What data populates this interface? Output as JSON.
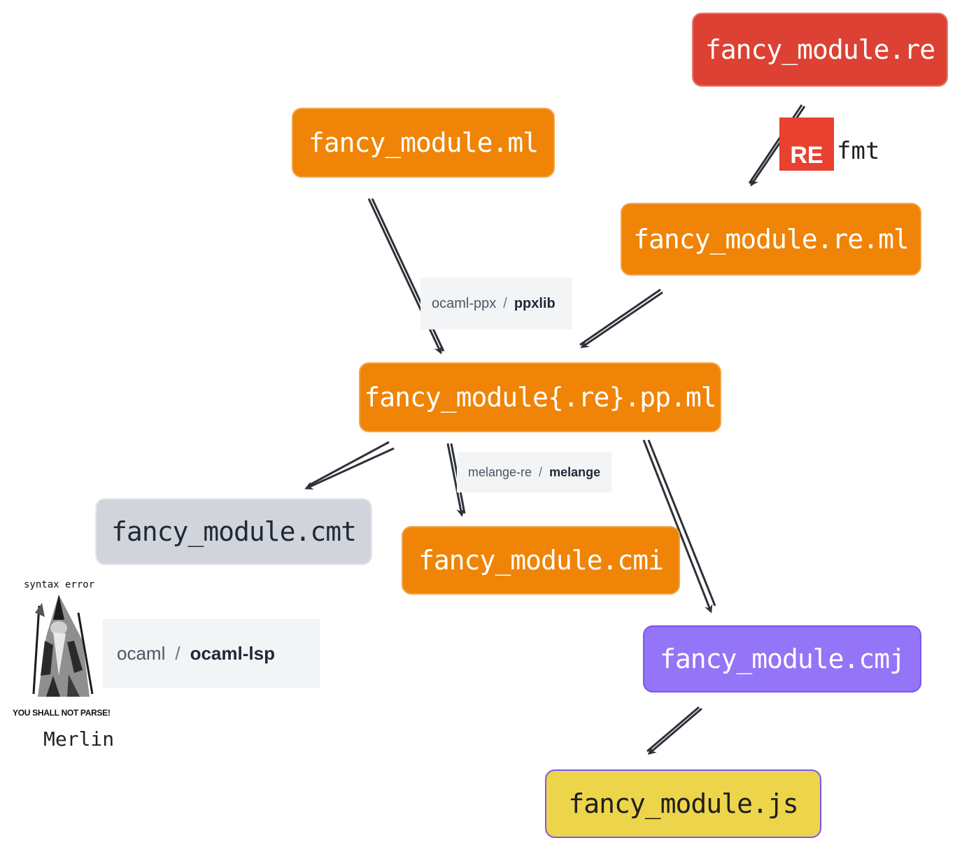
{
  "nodes": {
    "re": "fancy_module.re",
    "ml": "fancy_module.ml",
    "re_ml": "fancy_module.re.ml",
    "pp_ml": "fancy_module{.re}.pp.ml",
    "cmt": "fancy_module.cmt",
    "cmi": "fancy_module.cmi",
    "cmj": "fancy_module.cmj",
    "js": "fancy_module.js"
  },
  "tags": {
    "ppx": {
      "left": "ocaml-ppx",
      "sep": "/",
      "right": "ppxlib"
    },
    "melange": {
      "left": "melange-re",
      "sep": "/",
      "right": "melange"
    },
    "lsp": {
      "left": "ocaml",
      "sep": "/",
      "right": "ocaml-lsp"
    }
  },
  "refmt": {
    "logo": "RE",
    "text": "fmt"
  },
  "merlin": {
    "caption": "syntax error",
    "motto": "YOU SHALL NOT PARSE!",
    "name": "Merlin"
  },
  "colors": {
    "orange": "#ef8407",
    "red": "#dc4133",
    "gray": "#d1d5db",
    "purple": "#9474f7",
    "yellow": "#ecd54a",
    "arrow": "#2d3138"
  }
}
